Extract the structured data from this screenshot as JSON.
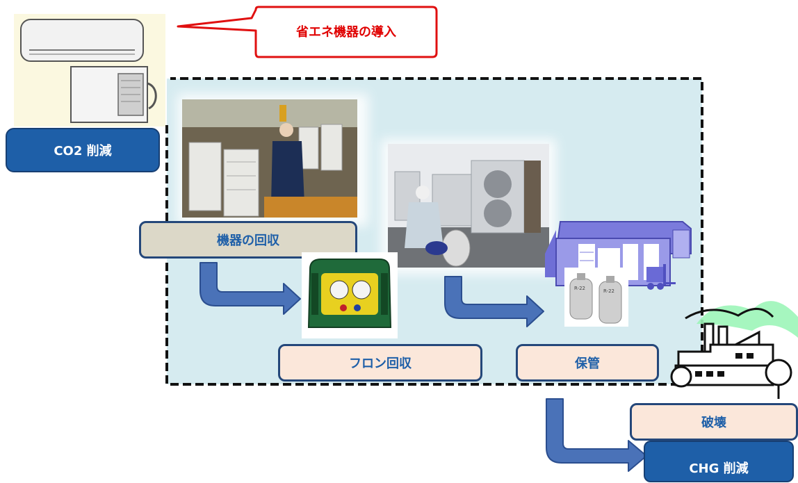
{
  "callout": {
    "text": "省エネ機器の導入"
  },
  "labels": {
    "co2": "CO2 削減",
    "recovery": "機器の回収",
    "freon": "フロン回収",
    "storage": "保管",
    "destroy": "破壊",
    "chg": "CHG 削減"
  },
  "cylinder_marks": [
    "R-22",
    "R-22"
  ],
  "colors": {
    "callout_red": "#e01010",
    "dark_blue": "#1e5fa8",
    "region_bg": "#d6ebf0",
    "khaki": "#dcd8c8",
    "peach": "#fbe7da",
    "arrow": "#4a72b8",
    "outline": "#24477a"
  }
}
